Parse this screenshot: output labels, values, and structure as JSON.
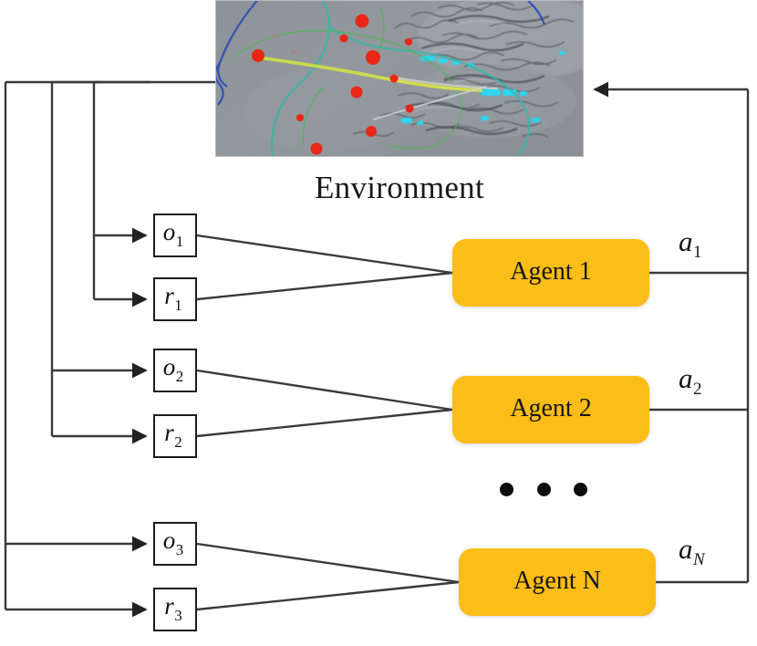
{
  "diagram": {
    "title": "Multi-agent reinforcement learning environment loop",
    "environment": {
      "label": "Environment",
      "image_name": "terrain-map-with-red-markers",
      "image_description": "Grayscale shaded-relief terrain map with red circular markers, cyan water patches, a yellow-green route line and blue and teal boundary curves",
      "colors": {
        "background": "#8f949a",
        "marker": "#ee2211",
        "water": "#2ad8f5",
        "route": "#d7e04a",
        "boundary_blue": "#2f4db3",
        "boundary_teal": "#2fb9a8",
        "boundary_green": "#49b84f",
        "ridge_dark": "#5d636b",
        "ridge_light": "#c6cbd0"
      }
    },
    "signals": [
      {
        "name": "observation-1",
        "symbol": "o",
        "subscript": "1",
        "subscript_italic": false
      },
      {
        "name": "reward-1",
        "symbol": "r",
        "subscript": "1",
        "subscript_italic": false
      },
      {
        "name": "observation-2",
        "symbol": "o",
        "subscript": "2",
        "subscript_italic": false
      },
      {
        "name": "reward-2",
        "symbol": "r",
        "subscript": "2",
        "subscript_italic": false
      },
      {
        "name": "observation-3",
        "symbol": "o",
        "subscript": "3",
        "subscript_italic": false
      },
      {
        "name": "reward-3",
        "symbol": "r",
        "subscript": "3",
        "subscript_italic": false
      }
    ],
    "agents": [
      {
        "label": "Agent 1",
        "action_symbol": "a",
        "action_subscript": "1",
        "action_subscript_italic": false
      },
      {
        "label": "Agent 2",
        "action_symbol": "a",
        "action_subscript": "2",
        "action_subscript_italic": false
      },
      {
        "label": "Agent N",
        "action_symbol": "a",
        "action_subscript": "N",
        "action_subscript_italic": true
      }
    ],
    "ellipsis": {
      "name": "agent-continuation-dots",
      "dot_count": 3
    },
    "colors": {
      "agent_fill": "#fbbd17",
      "box_stroke": "#1c1c1c",
      "wire": "#3a3a3a",
      "background": "#ffffff",
      "text": "#141414"
    }
  }
}
